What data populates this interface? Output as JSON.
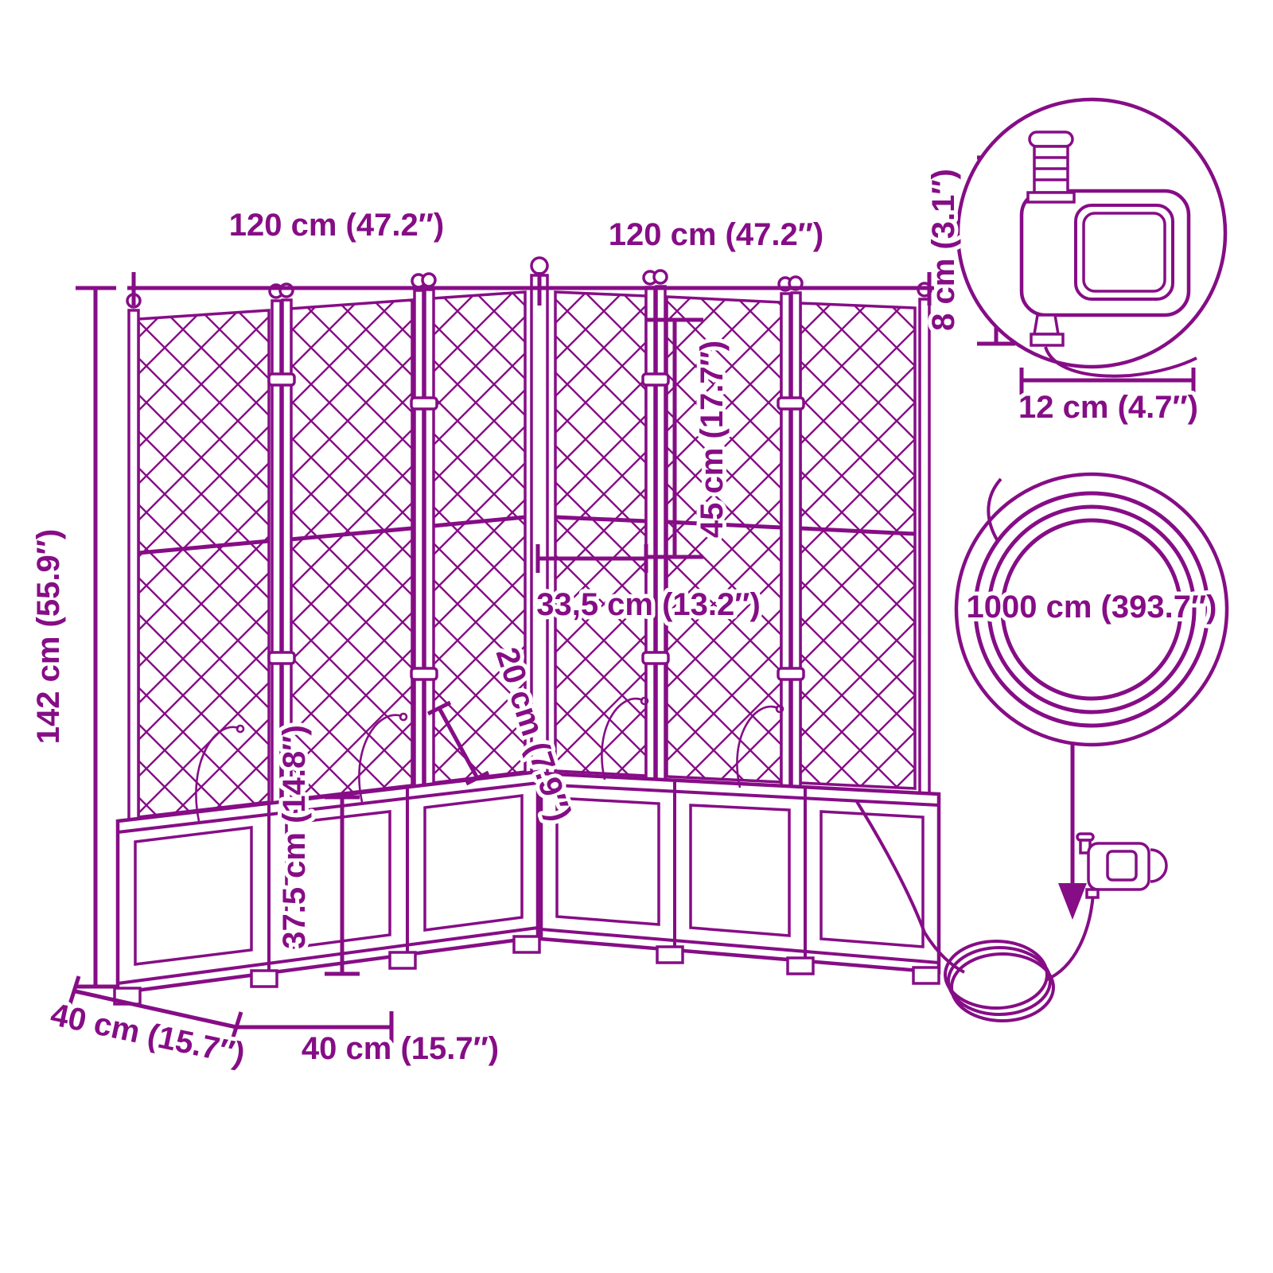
{
  "diagram": {
    "line_color": "#860D86",
    "background_color": "#FFFFFF",
    "labels": {
      "width_left": "120 cm (47.2″)",
      "width_right": "120 cm (47.2″)",
      "total_height": "142 cm (55.9″)",
      "trellis_section_height": "45 cm (17.7″)",
      "panel_width": "33,5 cm (13.2″)",
      "dripper_spacing": "20 cm (7.9″)",
      "planter_height": "37.5 cm (14.8″)",
      "depth_side": "40 cm (15.7″)",
      "depth_front": "40 cm (15.7″)",
      "timer_height": "8 cm (3.1″)",
      "timer_width": "12 cm (4.7″)",
      "hose_length": "1000 cm (393.7″)"
    },
    "icons": {
      "timer_zoom": "water-timer-icon",
      "hose_zoom": "hose-coil-icon",
      "pointer": "down-arrow-icon"
    }
  }
}
